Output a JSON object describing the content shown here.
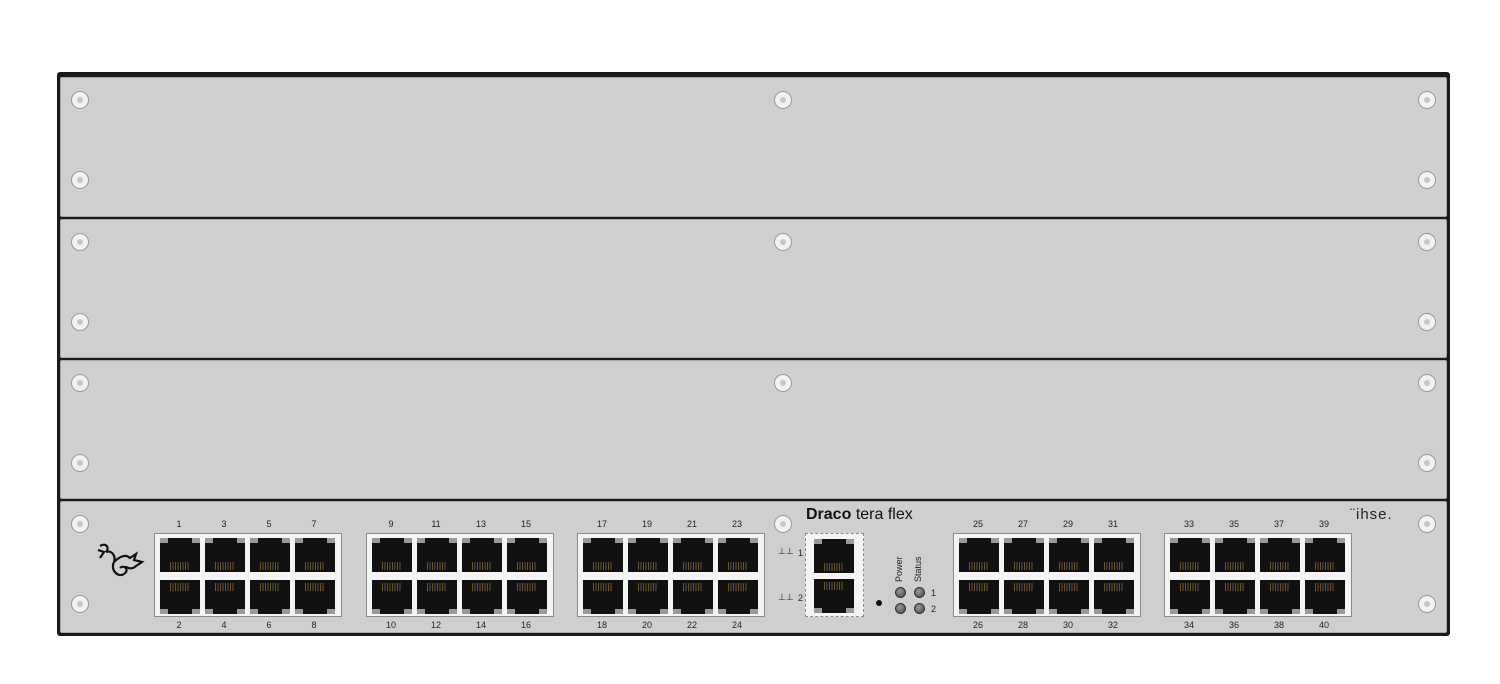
{
  "device": {
    "model_bold": "Draco",
    "model_rest": "tera flex",
    "brand": "¨ihse.",
    "indicators": {
      "power_label": "Power",
      "status_label": "Status",
      "row_1": "1",
      "row_2": "2"
    },
    "uplinks": [
      {
        "label": "1"
      },
      {
        "label": "2"
      }
    ],
    "port_groups": [
      {
        "top": [
          "1",
          "3",
          "5",
          "7"
        ],
        "bottom": [
          "2",
          "4",
          "6",
          "8"
        ]
      },
      {
        "top": [
          "9",
          "11",
          "13",
          "15"
        ],
        "bottom": [
          "10",
          "12",
          "14",
          "16"
        ]
      },
      {
        "top": [
          "17",
          "19",
          "21",
          "23"
        ],
        "bottom": [
          "18",
          "20",
          "22",
          "24"
        ]
      },
      {
        "top": [
          "25",
          "27",
          "29",
          "31"
        ],
        "bottom": [
          "26",
          "28",
          "30",
          "32"
        ]
      },
      {
        "top": [
          "33",
          "35",
          "37",
          "39"
        ],
        "bottom": [
          "34",
          "36",
          "38",
          "40"
        ]
      }
    ],
    "colors": {
      "panel": "#cfcfcf",
      "frame": "#1a1a1a",
      "port": "#111111"
    }
  }
}
